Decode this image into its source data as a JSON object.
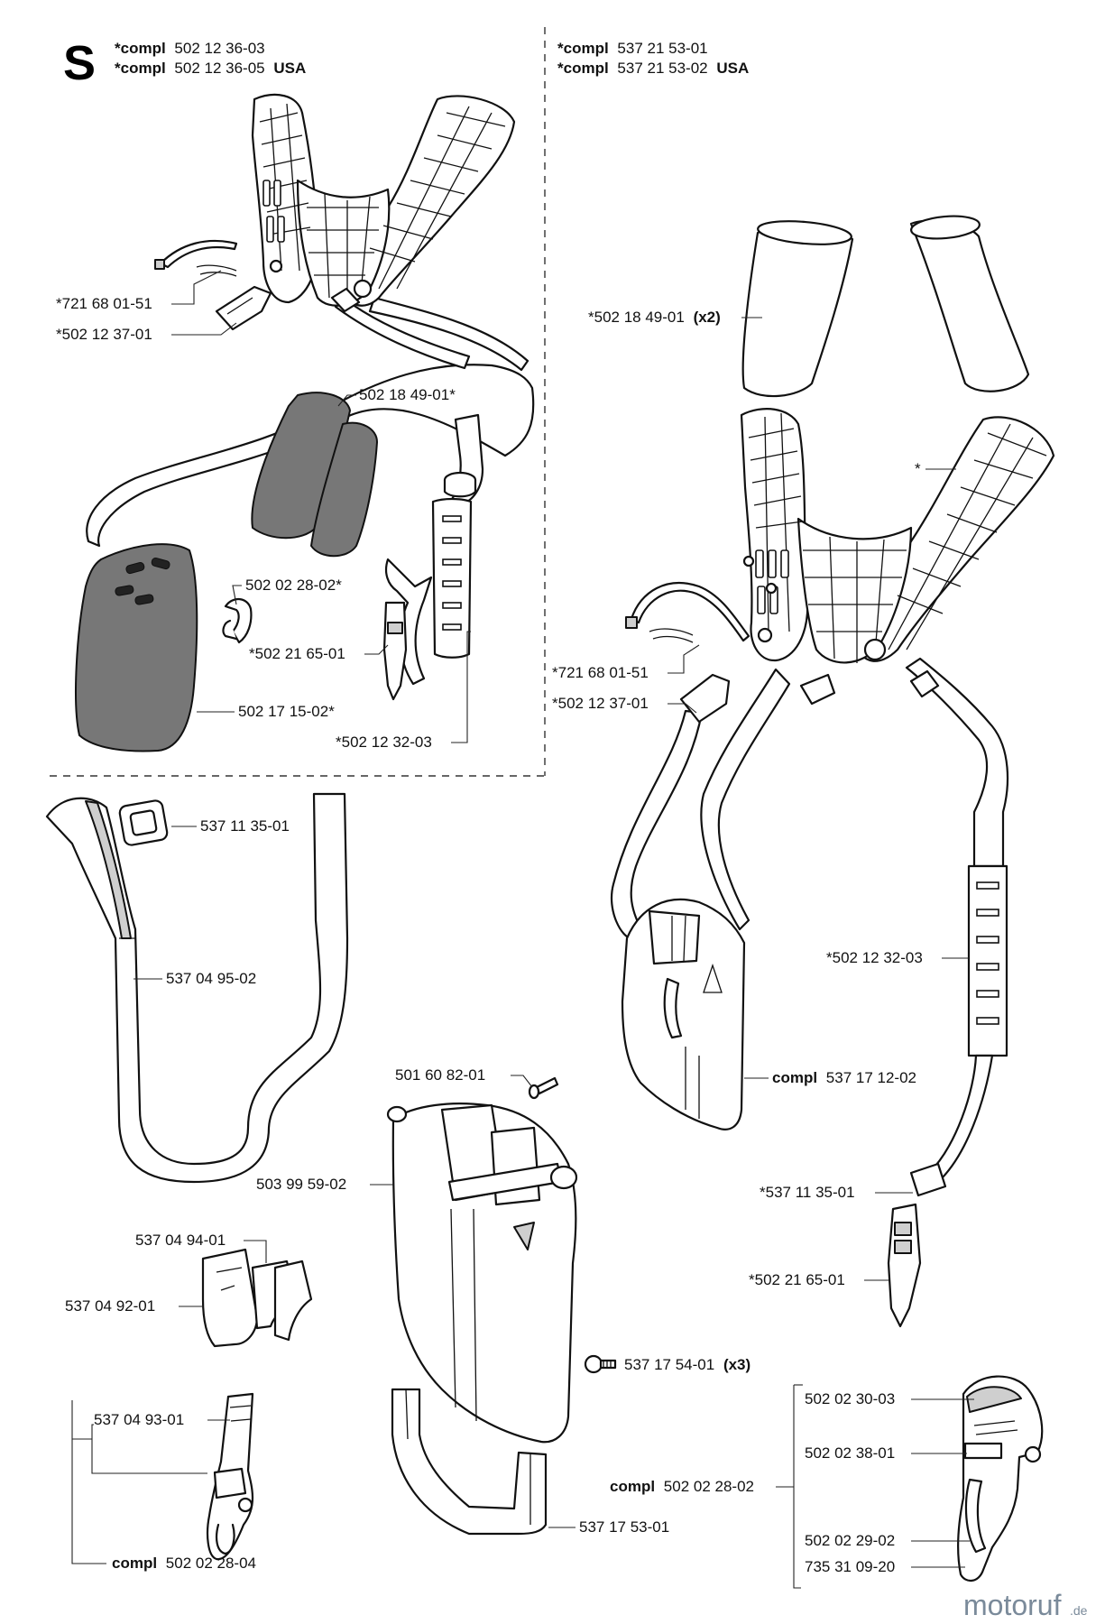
{
  "section_letter": "S",
  "header_left": {
    "line1": {
      "prefix": "*compl",
      "number": "502 12 36-03",
      "suffix": ""
    },
    "line2": {
      "prefix": "*compl",
      "number": "502 12 36-05",
      "suffix": "USA"
    }
  },
  "header_right": {
    "line1": {
      "prefix": "*compl",
      "number": "537 21 53-01",
      "suffix": ""
    },
    "line2": {
      "prefix": "*compl",
      "number": "537 21 53-02",
      "suffix": "USA"
    }
  },
  "labels_top_left": {
    "pin": "*721 68 01-51",
    "buckle": "*502 12 37-01",
    "pads": "502 18 49-01*",
    "hook": "502 02 28-02*",
    "clip": "*502 21 65-01",
    "hip_pad": "502 17 15-02*",
    "belt_strap": "*502 12 32-03"
  },
  "labels_top_right": {
    "pads": {
      "number": "*502 18 49-01",
      "qty": "(x2)"
    },
    "harness": "*",
    "pin": "*721 68 01-51",
    "buckle": "*502 12 37-01",
    "belt_strap": "*502 12 32-03",
    "hip_plate": {
      "prefix": "compl",
      "number": "537 17 12-02"
    },
    "slider": "*537 11 35-01",
    "clip": "*502 21 65-01"
  },
  "labels_bottom_left": {
    "slider": "537 11 35-01",
    "strap": "537 04 95-02",
    "rivet": "501 60 82-01",
    "hip_plate": "503 99 59-02",
    "clip_a": "537 04 94-01",
    "clip_b": "537 04 92-01",
    "hook_part": "537 04 93-01",
    "hook_compl": {
      "prefix": "compl",
      "number": "502 02 28-04"
    },
    "screw": {
      "number": "537 17 54-01",
      "qty": "(x3)"
    },
    "bracket": "537 17 53-01"
  },
  "labels_bottom_right": {
    "part1": "502 02 30-03",
    "part2": "502 02 38-01",
    "hook_compl": {
      "prefix": "compl",
      "number": "502 02 28-02"
    },
    "part3": "502 02 29-02",
    "part4": "735 31 09-20"
  },
  "watermark": {
    "main": "motoruf",
    "tld": ".de"
  }
}
